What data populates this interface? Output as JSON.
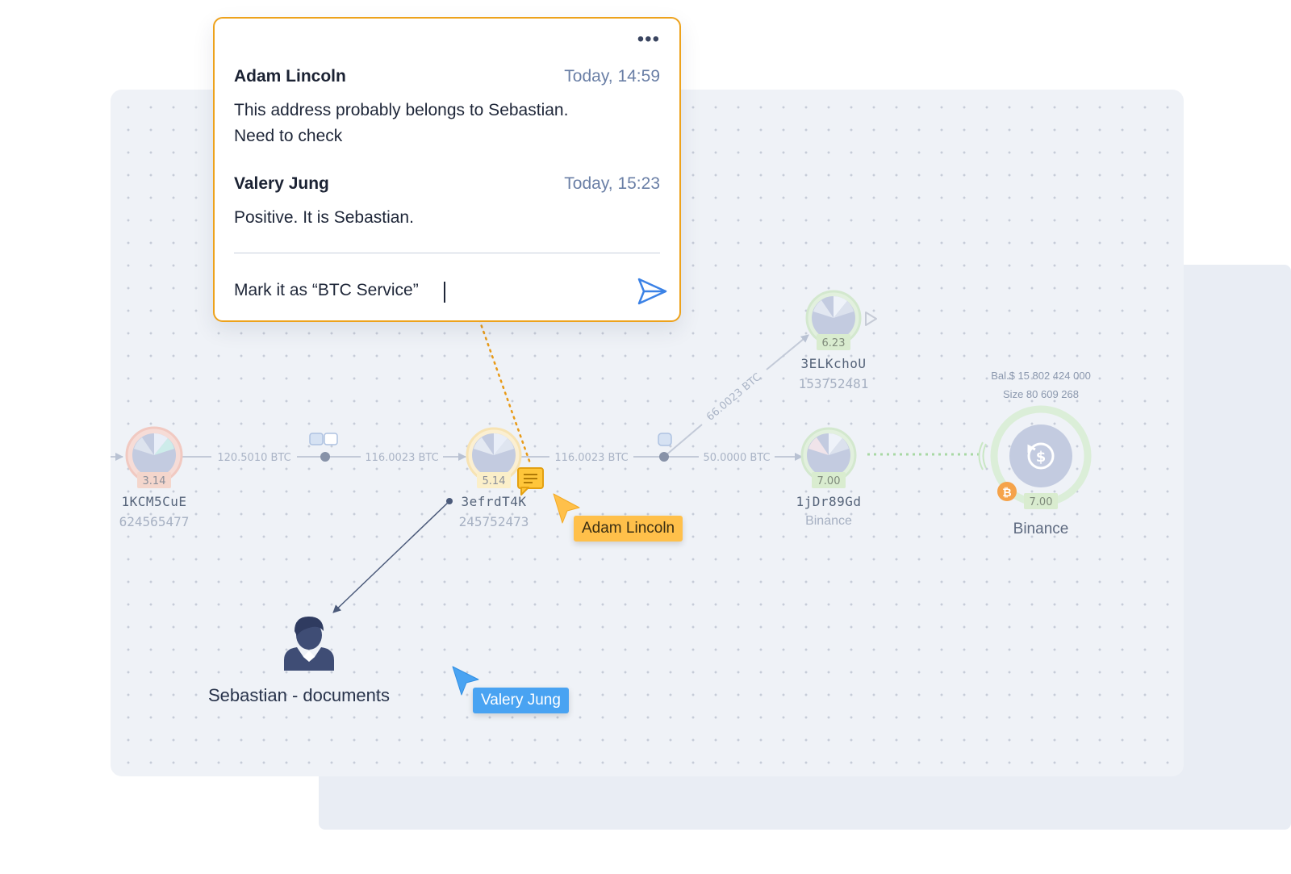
{
  "comments": [
    {
      "author": "Adam Lincoln",
      "time": "Today, 14:59",
      "text_line1": "This address probably belongs to Sebastian.",
      "text_line2": "Need to check"
    },
    {
      "author": "Valery Jung",
      "time": "Today, 15:23",
      "text_line1": "Positive. It is Sebastian."
    }
  ],
  "reply": {
    "value": "Mark it as “BTC Service”"
  },
  "edges": {
    "e1": "120.5010 BTC",
    "e2": "116.0023 BTC",
    "e3": "116.0023 BTC",
    "e4": "66.0023 BTC",
    "e5": "50.0000 BTC"
  },
  "nodes": {
    "n1": {
      "address": "1KCM5CuE",
      "id": "624565477",
      "badge": "3.14"
    },
    "n2": {
      "address": "3efrdT4K",
      "id": "245752473",
      "badge": "5.14"
    },
    "n3": {
      "address": "3ELKchoU",
      "id": "153752481",
      "badge": "6.23"
    },
    "n4": {
      "address": "1jDr89Gd",
      "owner": "Binance",
      "badge": "7.00"
    }
  },
  "binance": {
    "balance": "Bal.$ 15 802 424 000",
    "size": "Size  80 609 268",
    "badge": "7.00",
    "label": "Binance"
  },
  "person": {
    "label": "Sebastian - documents"
  },
  "cursors": {
    "adam": "Adam Lincoln",
    "valery": "Valery Jung"
  },
  "colors": {
    "comment_border": "#eda21c",
    "adam_cursor": "#ffc04a",
    "valery_cursor": "#49a3f2",
    "send_icon": "#3b82e6",
    "node_fill": "#c3cbe0",
    "binance_ring": "#d8ecd6"
  }
}
